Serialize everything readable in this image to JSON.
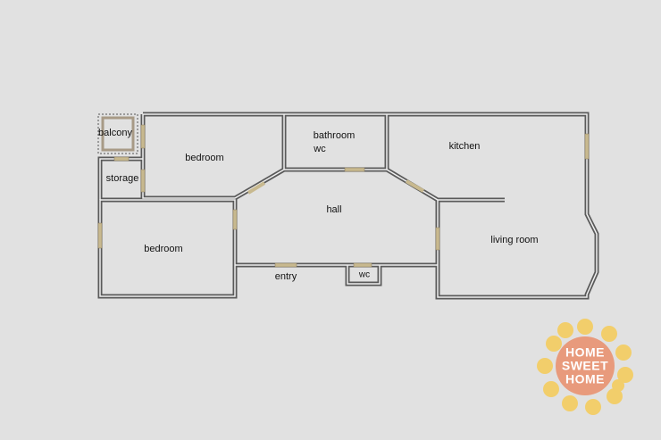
{
  "rooms": {
    "balcony": "balcony",
    "storage": "storage",
    "bedroom_top": "bedroom",
    "bedroom_bottom": "bedroom",
    "bathroom": "bathroom",
    "wc_top": "wc",
    "kitchen": "kitchen",
    "hall": "hall",
    "living_room": "living room",
    "entry": "entry",
    "wc_bottom": "wc"
  },
  "logo": {
    "line1": "HOME",
    "line2": "SWEET",
    "line3": "HOME"
  },
  "colors": {
    "wall": "#5a5a5a",
    "floor": "#dedede",
    "door": "#c8b98f",
    "logo_sun": "#f2ce6b",
    "logo_disc": "#e89a7c"
  }
}
